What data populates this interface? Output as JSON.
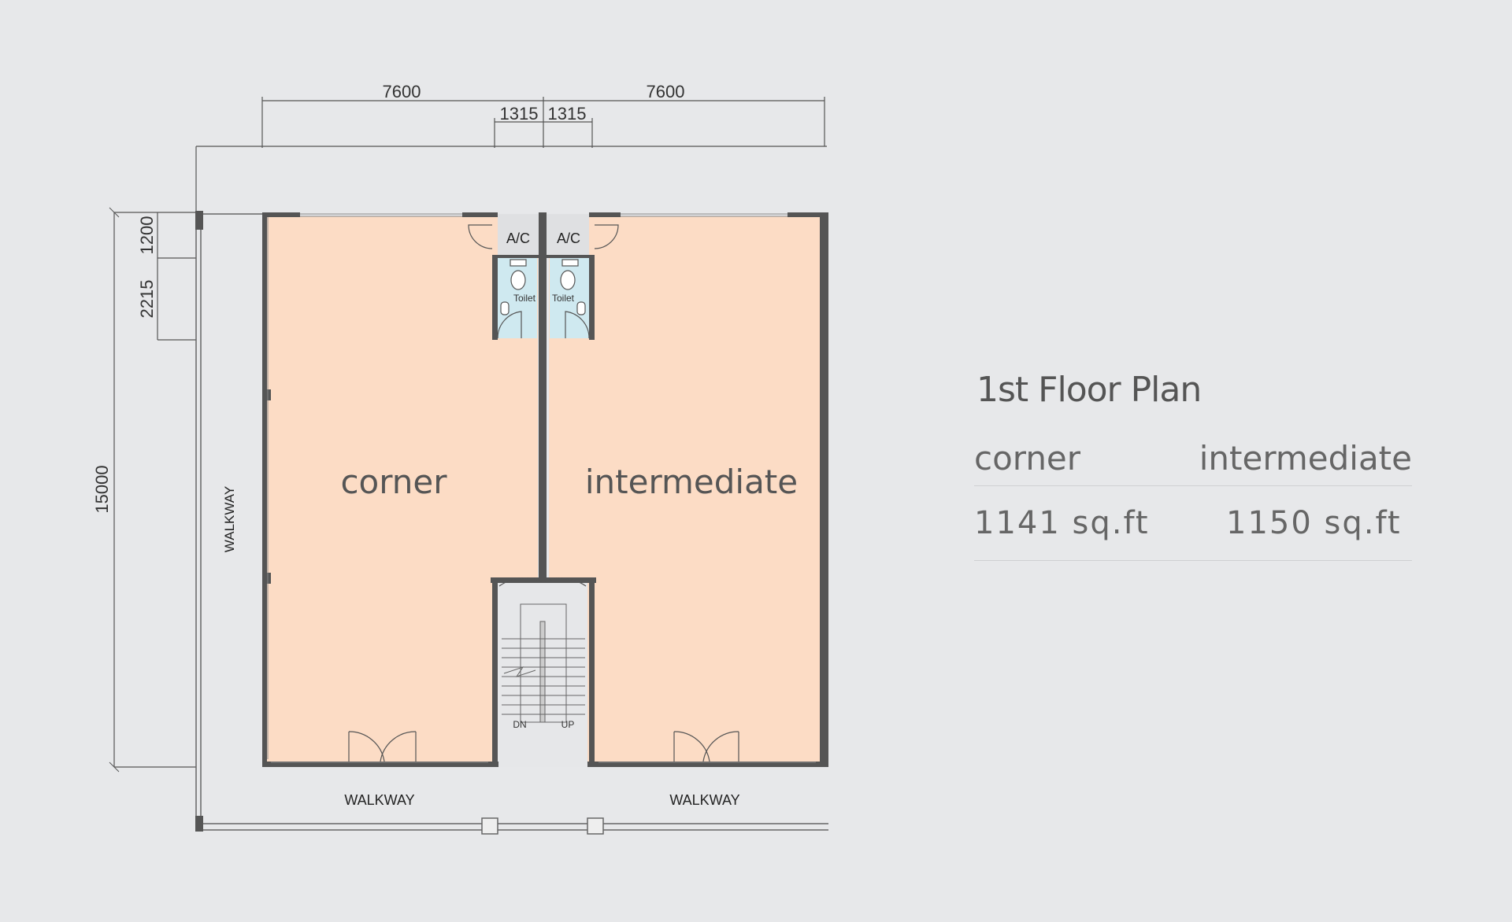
{
  "dimensions": {
    "top_left": "7600",
    "top_right": "7600",
    "toilet_left": "1315",
    "toilet_right": "1315",
    "side_a": "1200",
    "side_b": "2215",
    "side_total": "15000"
  },
  "plan_labels": {
    "walkway_side": "WALKWAY",
    "walkway_bottom_left": "WALKWAY",
    "walkway_bottom_right": "WALKWAY",
    "ac_left": "A/C",
    "ac_right": "A/C",
    "toilet_left": "Toilet",
    "toilet_right": "Toilet",
    "stair_dn": "DN",
    "stair_up": "UP",
    "room_corner": "corner",
    "room_intermediate": "intermediate"
  },
  "info": {
    "title": "1st Floor Plan",
    "col1_header": "corner",
    "col2_header": "intermediate",
    "col1_value": "1141 sq.ft",
    "col2_value": "1150 sq.ft"
  },
  "colors": {
    "room_fill": "#fcdcc5",
    "wall": "#555555",
    "toilet_fill": "#cfe9f0",
    "background": "#e7e8ea"
  }
}
